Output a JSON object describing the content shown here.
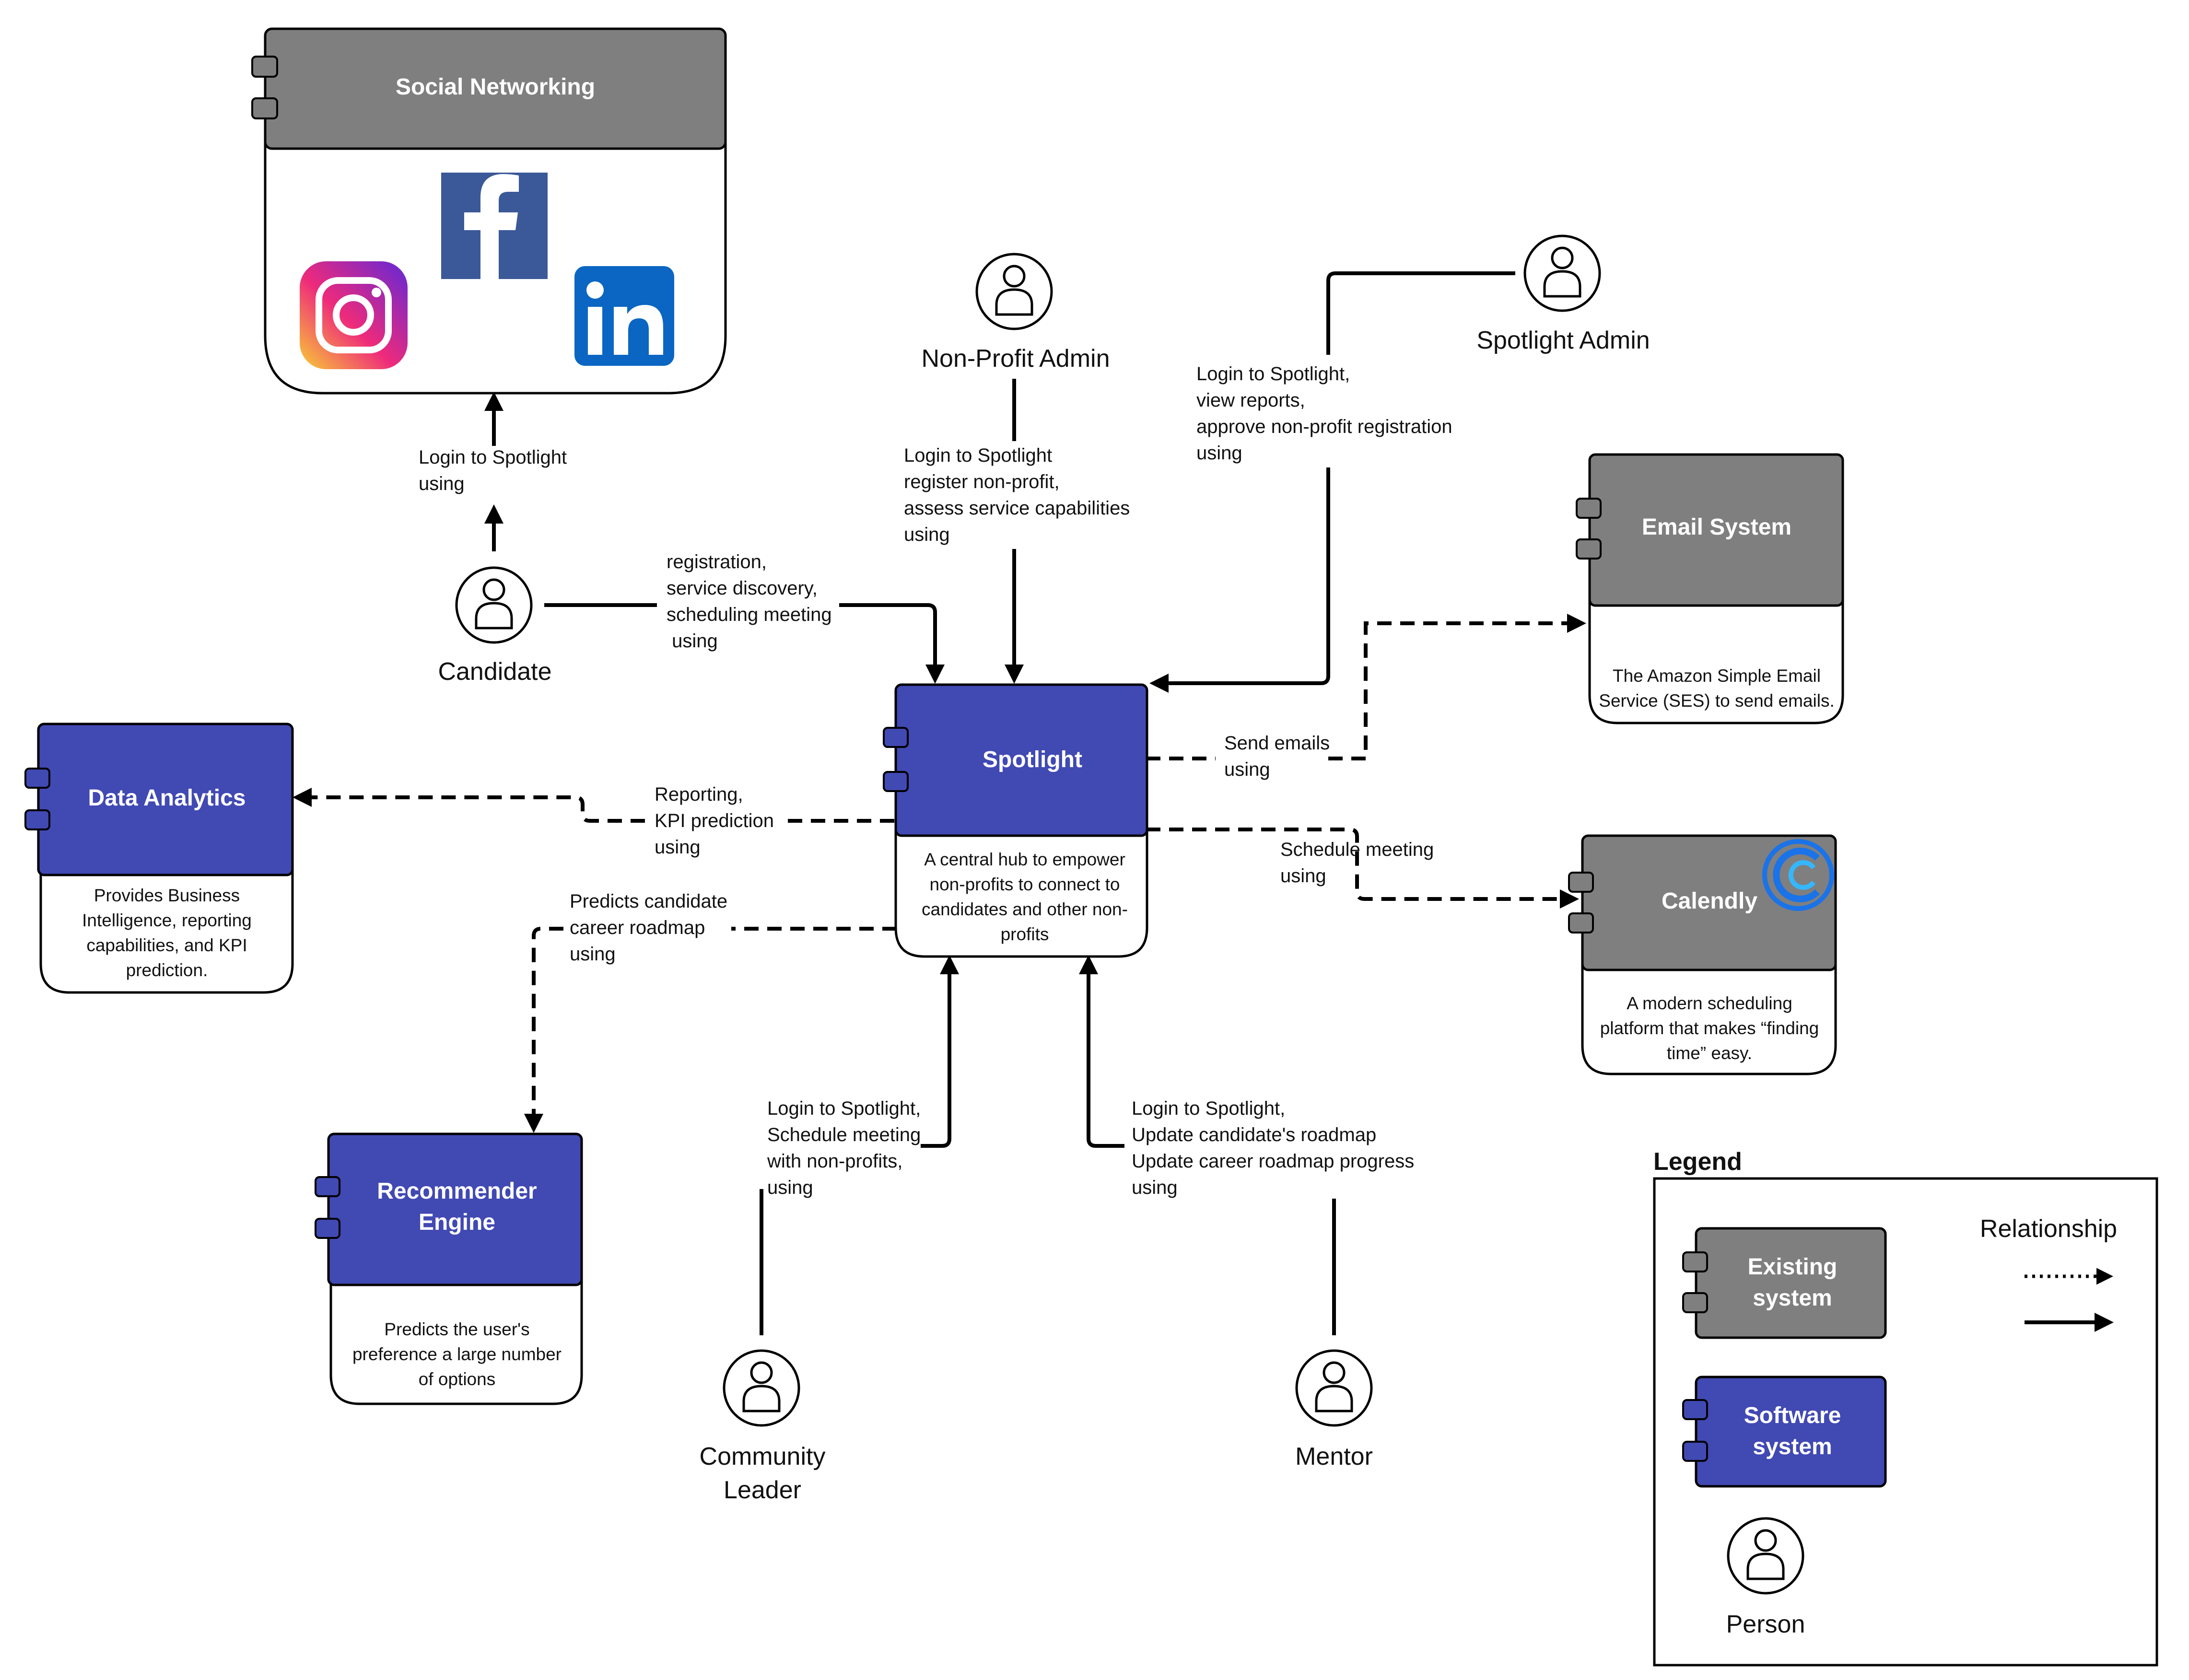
{
  "colors": {
    "existing_system": "#7f7f7f",
    "software_system": "#4149b3",
    "line": "#000000",
    "facebook": "#3b5998",
    "linkedin": "#0a66c2",
    "calendly": "#1a73e8"
  },
  "systems": {
    "social": {
      "title": "Social Networking",
      "icons": [
        "instagram-icon",
        "facebook-icon",
        "linkedin-icon"
      ]
    },
    "spotlight": {
      "title": "Spotlight",
      "desc": [
        "A central hub to empower",
        "non-profits to connect to",
        "candidates and other non-",
        "profits"
      ]
    },
    "email": {
      "title": "Email System",
      "desc": [
        "The Amazon Simple Email",
        "Service (SES) to send emails."
      ]
    },
    "calendly": {
      "title": "Calendly",
      "desc": [
        "A modern scheduling",
        "platform that makes “finding",
        "time” easy."
      ]
    },
    "analytics": {
      "title": "Data Analytics",
      "desc": [
        "Provides Business",
        "Intelligence, reporting",
        "capabilities, and KPI",
        "prediction."
      ]
    },
    "recommender": {
      "title": [
        "Recommender",
        "Engine"
      ],
      "desc": [
        "Predicts the user's",
        "preference  a large number",
        "of options"
      ]
    }
  },
  "persons": {
    "candidate": "Candidate",
    "nonprofit_admin": "Non-Profit Admin",
    "spotlight_admin": "Spotlight Admin",
    "community_leader": [
      "Community",
      "Leader"
    ],
    "mentor": "Mentor"
  },
  "relations": {
    "candidate_social": [
      "Login to Spotlight",
      "using"
    ],
    "candidate_spotlight": [
      "registration,",
      "service discovery,",
      "scheduling meeting",
      " using"
    ],
    "nonprofit_spotlight": [
      "Login to Spotlight",
      "register non-profit,",
      "assess service capabilities",
      "using"
    ],
    "admin_spotlight": [
      "Login to Spotlight,",
      "view reports,",
      "approve non-profit registration",
      "using"
    ],
    "spotlight_email": [
      "Send emails",
      "using"
    ],
    "spotlight_calendly": [
      "Schedule meeting",
      "using"
    ],
    "spotlight_analytics": [
      "Reporting,",
      "KPI prediction",
      "using"
    ],
    "spotlight_recommender": [
      "Predicts candidate",
      "career roadmap",
      "using"
    ],
    "leader_spotlight": [
      "Login to Spotlight,",
      "Schedule meeting",
      "with non-profits,",
      "using"
    ],
    "mentor_spotlight": [
      "Login to Spotlight,",
      "Update candidate's roadmap",
      "Update career roadmap progress",
      "using"
    ]
  },
  "legend": {
    "title": "Legend",
    "existing": [
      "Existing",
      "system"
    ],
    "software": [
      "Software",
      "system"
    ],
    "relationship": "Relationship",
    "person": "Person"
  }
}
